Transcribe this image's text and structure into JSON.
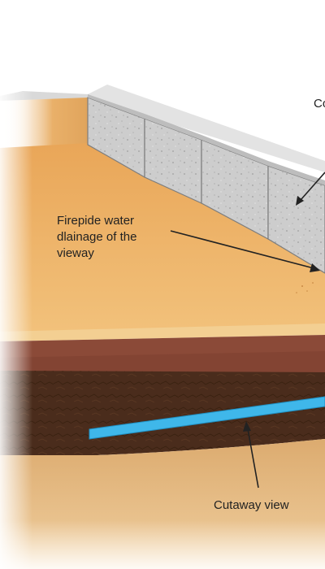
{
  "labels": {
    "top_right": "Co",
    "drainage": "Firepide water\ndlainage of the\nvieway",
    "cutaway": "Cutaway view"
  },
  "colors": {
    "background": "#ffffff",
    "sand_surface": "#efb365",
    "wall_concrete": "#c9c9c9",
    "clay_layer": "#8b4a38",
    "dark_soil": "#4a2c1c",
    "pipe": "#3fb7ea",
    "lower_sand": "#e3b57b",
    "arrow": "#222222"
  }
}
